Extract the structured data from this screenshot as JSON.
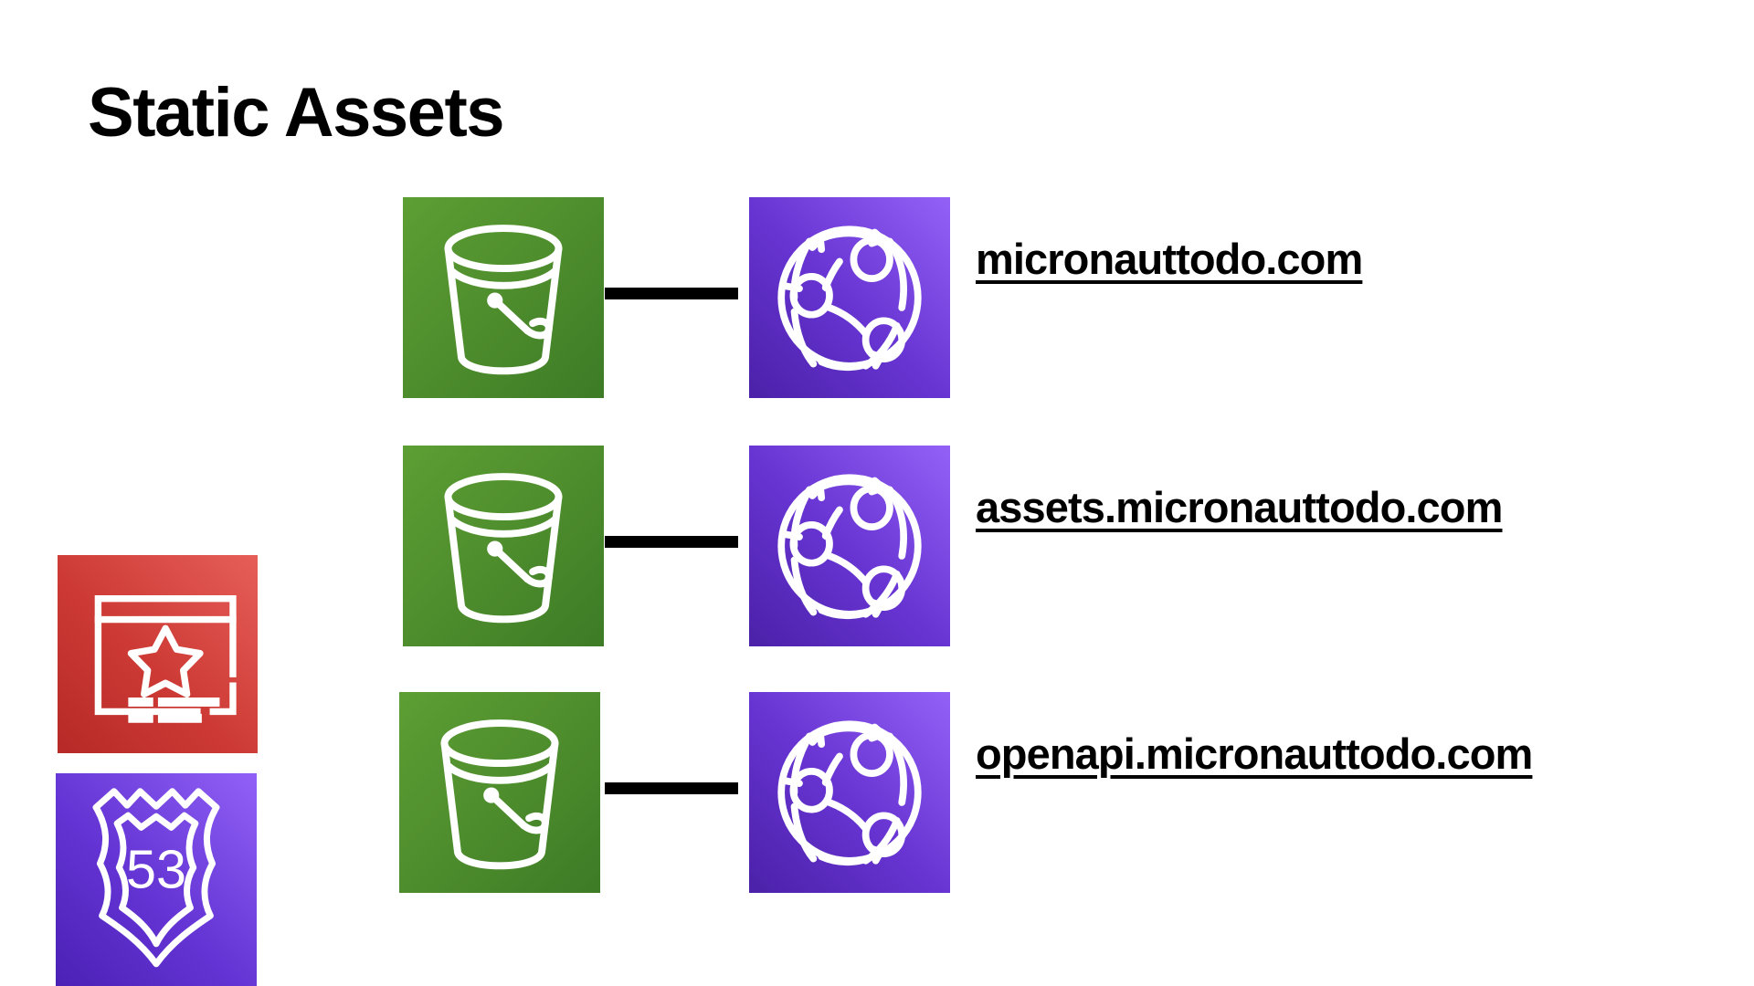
{
  "slide": {
    "title": "Static Assets",
    "background_color": "#ffffff"
  },
  "palette": {
    "s3_green_light": "#5d9e34",
    "s3_green_dark": "#3d7b26",
    "cloudfront_purple_light": "#9461f7",
    "cloudfront_purple_dark": "#4b21a8",
    "acm_red_light": "#e65e59",
    "acm_red_dark": "#b62926",
    "route53_purple_light": "#9161f7",
    "route53_purple_dark": "#4b21b5",
    "connector_black": "#000000",
    "text_black": "#000000",
    "icon_white": "#ffffff"
  },
  "side_services": [
    {
      "id": "acm",
      "icon": "certificate-manager-icon",
      "color": "#cd3a35"
    },
    {
      "id": "route53",
      "icon": "route53-shield-icon",
      "badge": "53",
      "color": "#6434d4"
    }
  ],
  "rows": [
    {
      "source": {
        "icon": "s3-bucket-icon",
        "service": "s3"
      },
      "target": {
        "icon": "cloudfront-globe-icon",
        "service": "cloudfront"
      },
      "connector": "link-line",
      "domain": "micronauttodo.com"
    },
    {
      "source": {
        "icon": "s3-bucket-icon",
        "service": "s3"
      },
      "target": {
        "icon": "cloudfront-globe-icon",
        "service": "cloudfront"
      },
      "connector": "link-line",
      "domain": "assets.micronauttodo.com"
    },
    {
      "source": {
        "icon": "s3-bucket-icon",
        "service": "s3"
      },
      "target": {
        "icon": "cloudfront-globe-icon",
        "service": "cloudfront"
      },
      "connector": "link-line",
      "domain": "openapi.micronauttodo.com"
    }
  ]
}
